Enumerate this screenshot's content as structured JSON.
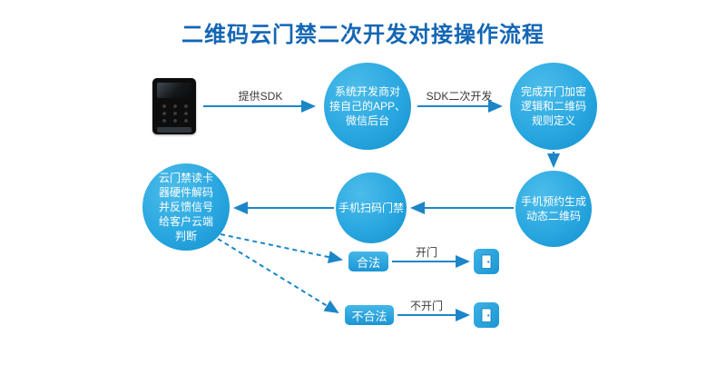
{
  "title": "二维码云门禁二次开发对接操作流程",
  "nodes": {
    "developer": "系统开发商对\n接自己的APP、\n微信后台",
    "encryption": "完成开门加密\n逻辑和二维码\n规则定义",
    "reservation": "手机预约生成\n动态二维码",
    "scan": "手机扫码门禁",
    "reader": "云门禁读卡\n器硬件解码\n并反馈信号\n给客户云端\n判断",
    "legal": "合法",
    "illegal": "不合法"
  },
  "edge_labels": {
    "provide_sdk": "提供SDK",
    "sdk_dev": "SDK二次开发",
    "open_door": "开门",
    "no_open_door": "不开门"
  },
  "colors": {
    "title": "#1366b4",
    "node_fill": "#29a7e0",
    "arrow": "#1b86c8"
  },
  "icons": {
    "device": "access-reader-device-icon",
    "door_open_branch": "door-icon",
    "door_no_open_branch": "door-icon"
  }
}
